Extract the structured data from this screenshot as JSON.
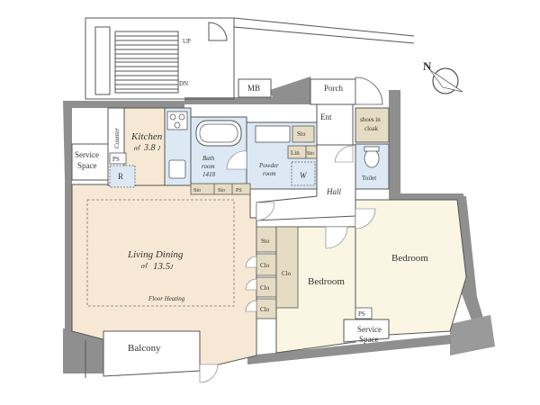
{
  "colors": {
    "living": "#f6e8d4",
    "bedroom": "#fbf6e3",
    "wet_area": "#dce9f5",
    "closet": "#e6dcc4",
    "wall": "#8f8f8f",
    "wall_light": "#bdbdbd",
    "outline": "#555555"
  },
  "compass": {
    "label": "N"
  },
  "stairs": {
    "up": "UP",
    "down": "DN"
  },
  "rooms": {
    "mb": "MB",
    "porch": "Porch",
    "kitchen": "Kitchen",
    "kitchen_area": "3.8",
    "kitchen_unit": "J",
    "counter": "Counter",
    "service_space_left_1": "Service",
    "service_space_left_2": "Space",
    "ps_left": "PS",
    "refrigerator": "R",
    "bath_1": "Bath",
    "bath_2": "room",
    "bath_3": "1418",
    "sto_bath": "Sto",
    "sto_lin": "Sto",
    "lin": "Lin",
    "powder_1": "Powder",
    "powder_2": "room",
    "washer": "W",
    "ent": "Ent",
    "shoes_1": "shoes in",
    "shoes_2": "cloak",
    "toilet": "Toilet",
    "hall": "Hall",
    "sto_a": "Sto",
    "sto_b": "Sto",
    "ps_mid": "PS",
    "living_dining": "Living Dining",
    "living_area": "13.5",
    "living_unit": "J",
    "floor_heating": "Floor Heating",
    "balcony": "Balcony",
    "sto_corridor": "Sto",
    "clo_1": "Clo",
    "clo_2": "Clo",
    "clo_3": "Clo",
    "clo_bedroom": "Clo",
    "bedroom_small": "Bedroom",
    "bedroom_large": "Bedroom",
    "ps_right": "PS",
    "service_space_right_1": "Service",
    "service_space_right_2": "Space"
  }
}
